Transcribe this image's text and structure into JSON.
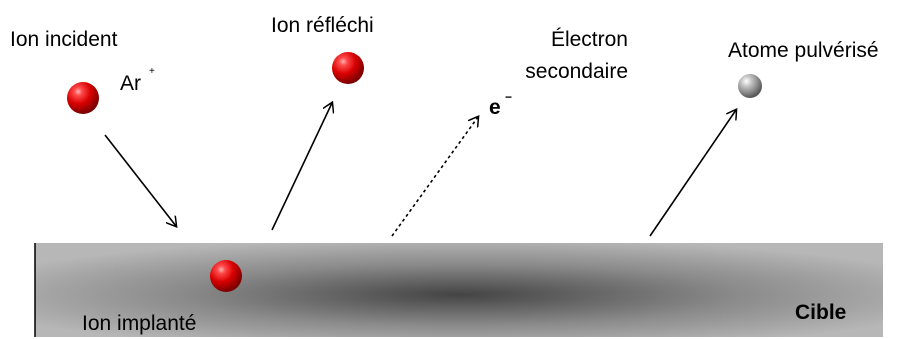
{
  "labels": {
    "incident_ion": "Ion incident",
    "argon_symbol": "Ar",
    "argon_charge": "+",
    "reflected_ion": "Ion réfléchi",
    "secondary_electron_line1": "Électron",
    "secondary_electron_line2": "secondaire",
    "electron_symbol": "e",
    "electron_charge": "−",
    "sputtered_atom": "Atome pulvérisé",
    "implanted_ion": "Ion implanté",
    "target": "Cible"
  },
  "colors": {
    "ion": "#e01010",
    "atom": "#8f8f8f",
    "arrow": "#000000",
    "target_light": "#b8b8b8",
    "target_dark": "#4a4a4a"
  }
}
